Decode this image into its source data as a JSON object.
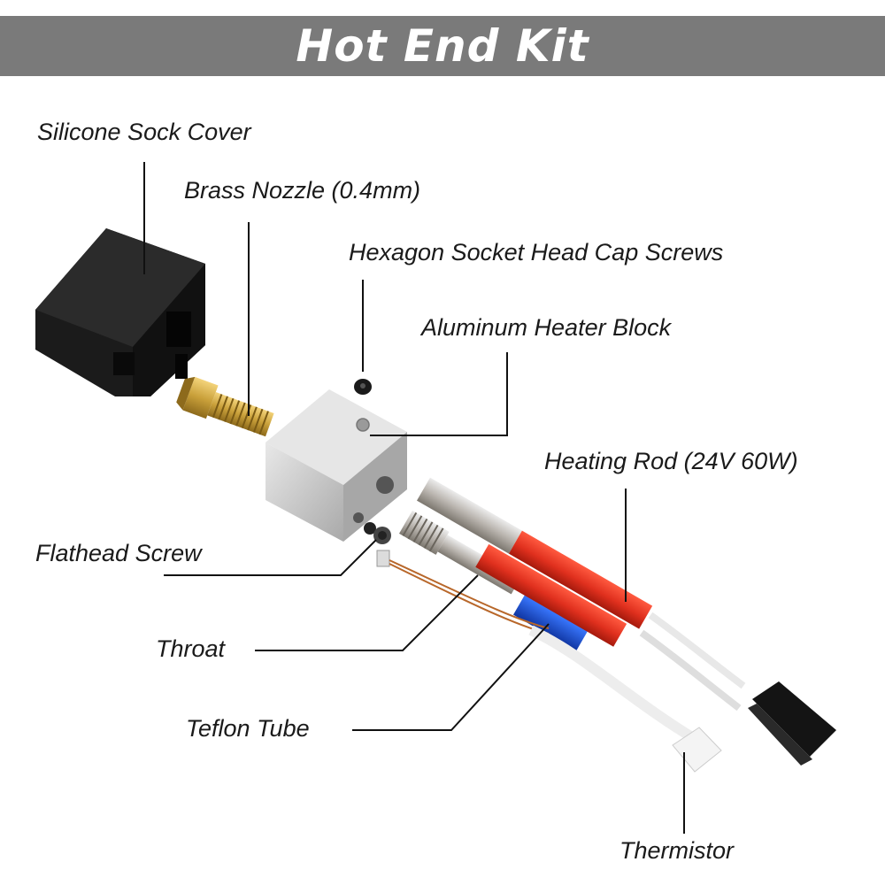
{
  "title": "Hot End Kit",
  "colors": {
    "banner": "#7a7a7a",
    "title_text": "#ffffff",
    "label_text": "#1a1a1a",
    "leader_line": "#111111",
    "sock_black": "#1b1b1b",
    "nozzle_brass": "#c9a03a",
    "heater_block_aluminum": "#c8c8c8",
    "heating_rod_red": "#e0301e",
    "teflon_blue": "#1a4fd1",
    "throat_steel": "#b9b4ae"
  },
  "labels": {
    "silicone_sock_cover": "Silicone Sock Cover",
    "brass_nozzle": "Brass Nozzle (0.4mm)",
    "hex_screws": "Hexagon Socket Head Cap Screws",
    "heater_block": "Aluminum Heater Block",
    "heating_rod": "Heating Rod (24V 60W)",
    "flathead_screw": "Flathead Screw",
    "throat": "Throat",
    "teflon_tube": "Teflon Tube",
    "thermistor": "Thermistor"
  },
  "icons": [
    "silicone-sock-icon",
    "brass-nozzle-icon",
    "hex-screw-icon",
    "heater-block-icon",
    "flathead-screw-icon",
    "throat-icon",
    "teflon-tube-icon",
    "heating-rod-icon",
    "thermistor-icon"
  ]
}
